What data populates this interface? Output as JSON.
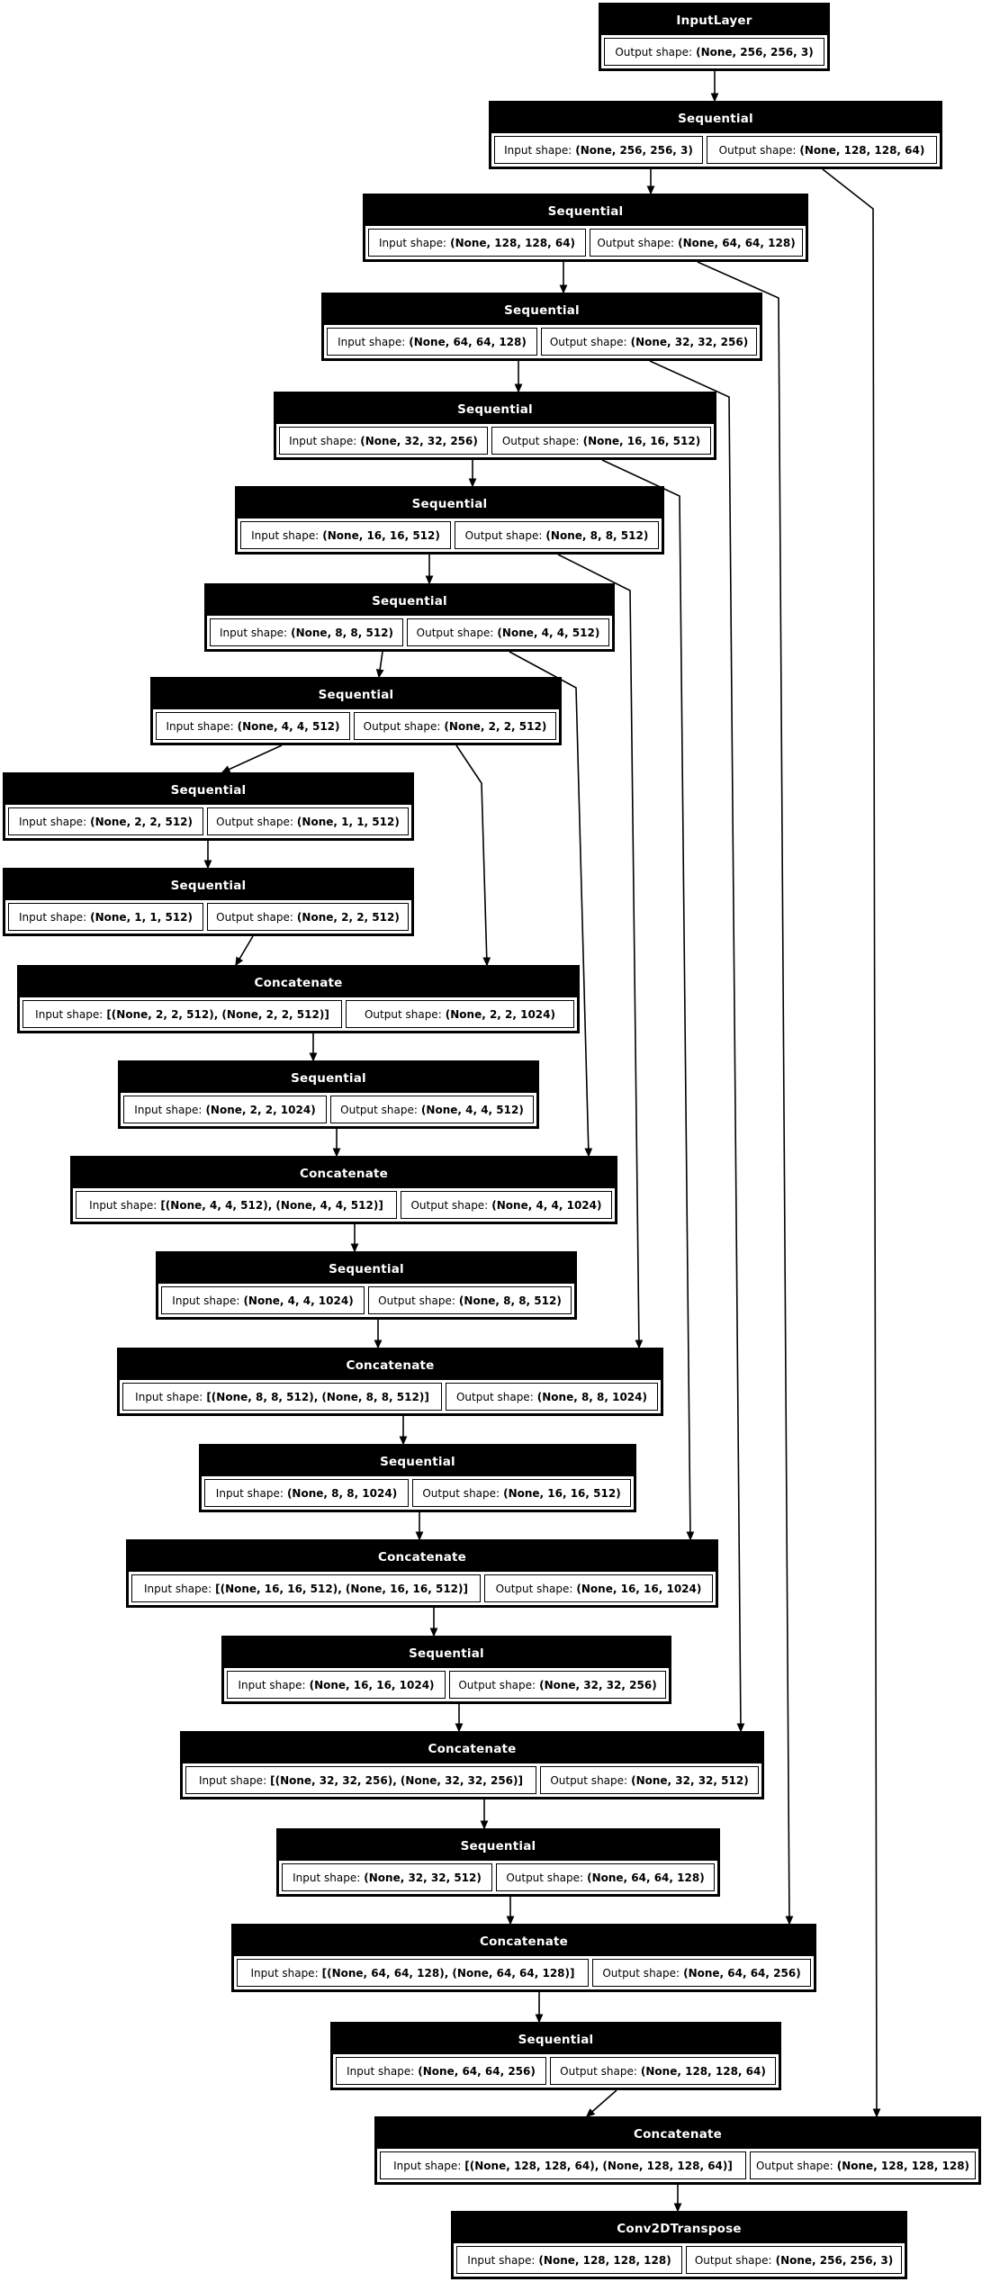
{
  "diagram": {
    "title": "Keras U-Net model graph",
    "labels": {
      "input_prefix": "Input shape:",
      "output_prefix": "Output shape:"
    },
    "nodes": [
      {
        "type": "InputLayer",
        "input": null,
        "output": "(None, 256, 256, 3)"
      },
      {
        "type": "Sequential",
        "input": "(None, 256, 256, 3)",
        "output": "(None, 128, 128, 64)"
      },
      {
        "type": "Sequential",
        "input": "(None, 128, 128, 64)",
        "output": "(None, 64, 64, 128)"
      },
      {
        "type": "Sequential",
        "input": "(None, 64, 64, 128)",
        "output": "(None, 32, 32, 256)"
      },
      {
        "type": "Sequential",
        "input": "(None, 32, 32, 256)",
        "output": "(None, 16, 16, 512)"
      },
      {
        "type": "Sequential",
        "input": "(None, 16, 16, 512)",
        "output": "(None, 8, 8, 512)"
      },
      {
        "type": "Sequential",
        "input": "(None, 8, 8, 512)",
        "output": "(None, 4, 4, 512)"
      },
      {
        "type": "Sequential",
        "input": "(None, 4, 4, 512)",
        "output": "(None, 2, 2, 512)"
      },
      {
        "type": "Sequential",
        "input": "(None, 2, 2, 512)",
        "output": "(None, 1, 1, 512)"
      },
      {
        "type": "Sequential",
        "input": "(None, 1, 1, 512)",
        "output": "(None, 2, 2, 512)"
      },
      {
        "type": "Concatenate",
        "input": "[(None, 2, 2, 512), (None, 2, 2, 512)]",
        "output": "(None, 2, 2, 1024)"
      },
      {
        "type": "Sequential",
        "input": "(None, 2, 2, 1024)",
        "output": "(None, 4, 4, 512)"
      },
      {
        "type": "Concatenate",
        "input": "[(None, 4, 4, 512), (None, 4, 4, 512)]",
        "output": "(None, 4, 4, 1024)"
      },
      {
        "type": "Sequential",
        "input": "(None, 4, 4, 1024)",
        "output": "(None, 8, 8, 512)"
      },
      {
        "type": "Concatenate",
        "input": "[(None, 8, 8, 512), (None, 8, 8, 512)]",
        "output": "(None, 8, 8, 1024)"
      },
      {
        "type": "Sequential",
        "input": "(None, 8, 8, 1024)",
        "output": "(None, 16, 16, 512)"
      },
      {
        "type": "Concatenate",
        "input": "[(None, 16, 16, 512), (None, 16, 16, 512)]",
        "output": "(None, 16, 16, 1024)"
      },
      {
        "type": "Sequential",
        "input": "(None, 16, 16, 1024)",
        "output": "(None, 32, 32, 256)"
      },
      {
        "type": "Concatenate",
        "input": "[(None, 32, 32, 256), (None, 32, 32, 256)]",
        "output": "(None, 32, 32, 512)"
      },
      {
        "type": "Sequential",
        "input": "(None, 32, 32, 512)",
        "output": "(None, 64, 64, 128)"
      },
      {
        "type": "Concatenate",
        "input": "[(None, 64, 64, 128), (None, 64, 64, 128)]",
        "output": "(None, 64, 64, 256)"
      },
      {
        "type": "Sequential",
        "input": "(None, 64, 64, 256)",
        "output": "(None, 128, 128, 64)"
      },
      {
        "type": "Concatenate",
        "input": "[(None, 128, 128, 64), (None, 128, 128, 64)]",
        "output": "(None, 128, 128, 128)"
      },
      {
        "type": "Conv2DTranspose",
        "input": "(None, 128, 128, 128)",
        "output": "(None, 256, 256, 3)"
      }
    ],
    "edges": {
      "chain": [
        [
          0,
          1
        ],
        [
          1,
          2
        ],
        [
          2,
          3
        ],
        [
          3,
          4
        ],
        [
          4,
          5
        ],
        [
          5,
          6
        ],
        [
          6,
          7
        ],
        [
          7,
          8
        ],
        [
          8,
          9
        ],
        [
          9,
          10
        ],
        [
          10,
          11
        ],
        [
          11,
          12
        ],
        [
          12,
          13
        ],
        [
          13,
          14
        ],
        [
          14,
          15
        ],
        [
          15,
          16
        ],
        [
          16,
          17
        ],
        [
          17,
          18
        ],
        [
          18,
          19
        ],
        [
          19,
          20
        ],
        [
          20,
          21
        ],
        [
          21,
          22
        ],
        [
          22,
          23
        ]
      ],
      "skip": [
        [
          7,
          10
        ],
        [
          6,
          12
        ],
        [
          5,
          14
        ],
        [
          4,
          16
        ],
        [
          3,
          18
        ],
        [
          2,
          20
        ],
        [
          1,
          22
        ]
      ]
    },
    "colors": {
      "node_header_bg": "#000000",
      "node_header_text": "#ffffff",
      "cell_bg": "#ffffff",
      "cell_text": "#000000",
      "edge": "#000000",
      "page_bg": "#ffffff"
    }
  }
}
